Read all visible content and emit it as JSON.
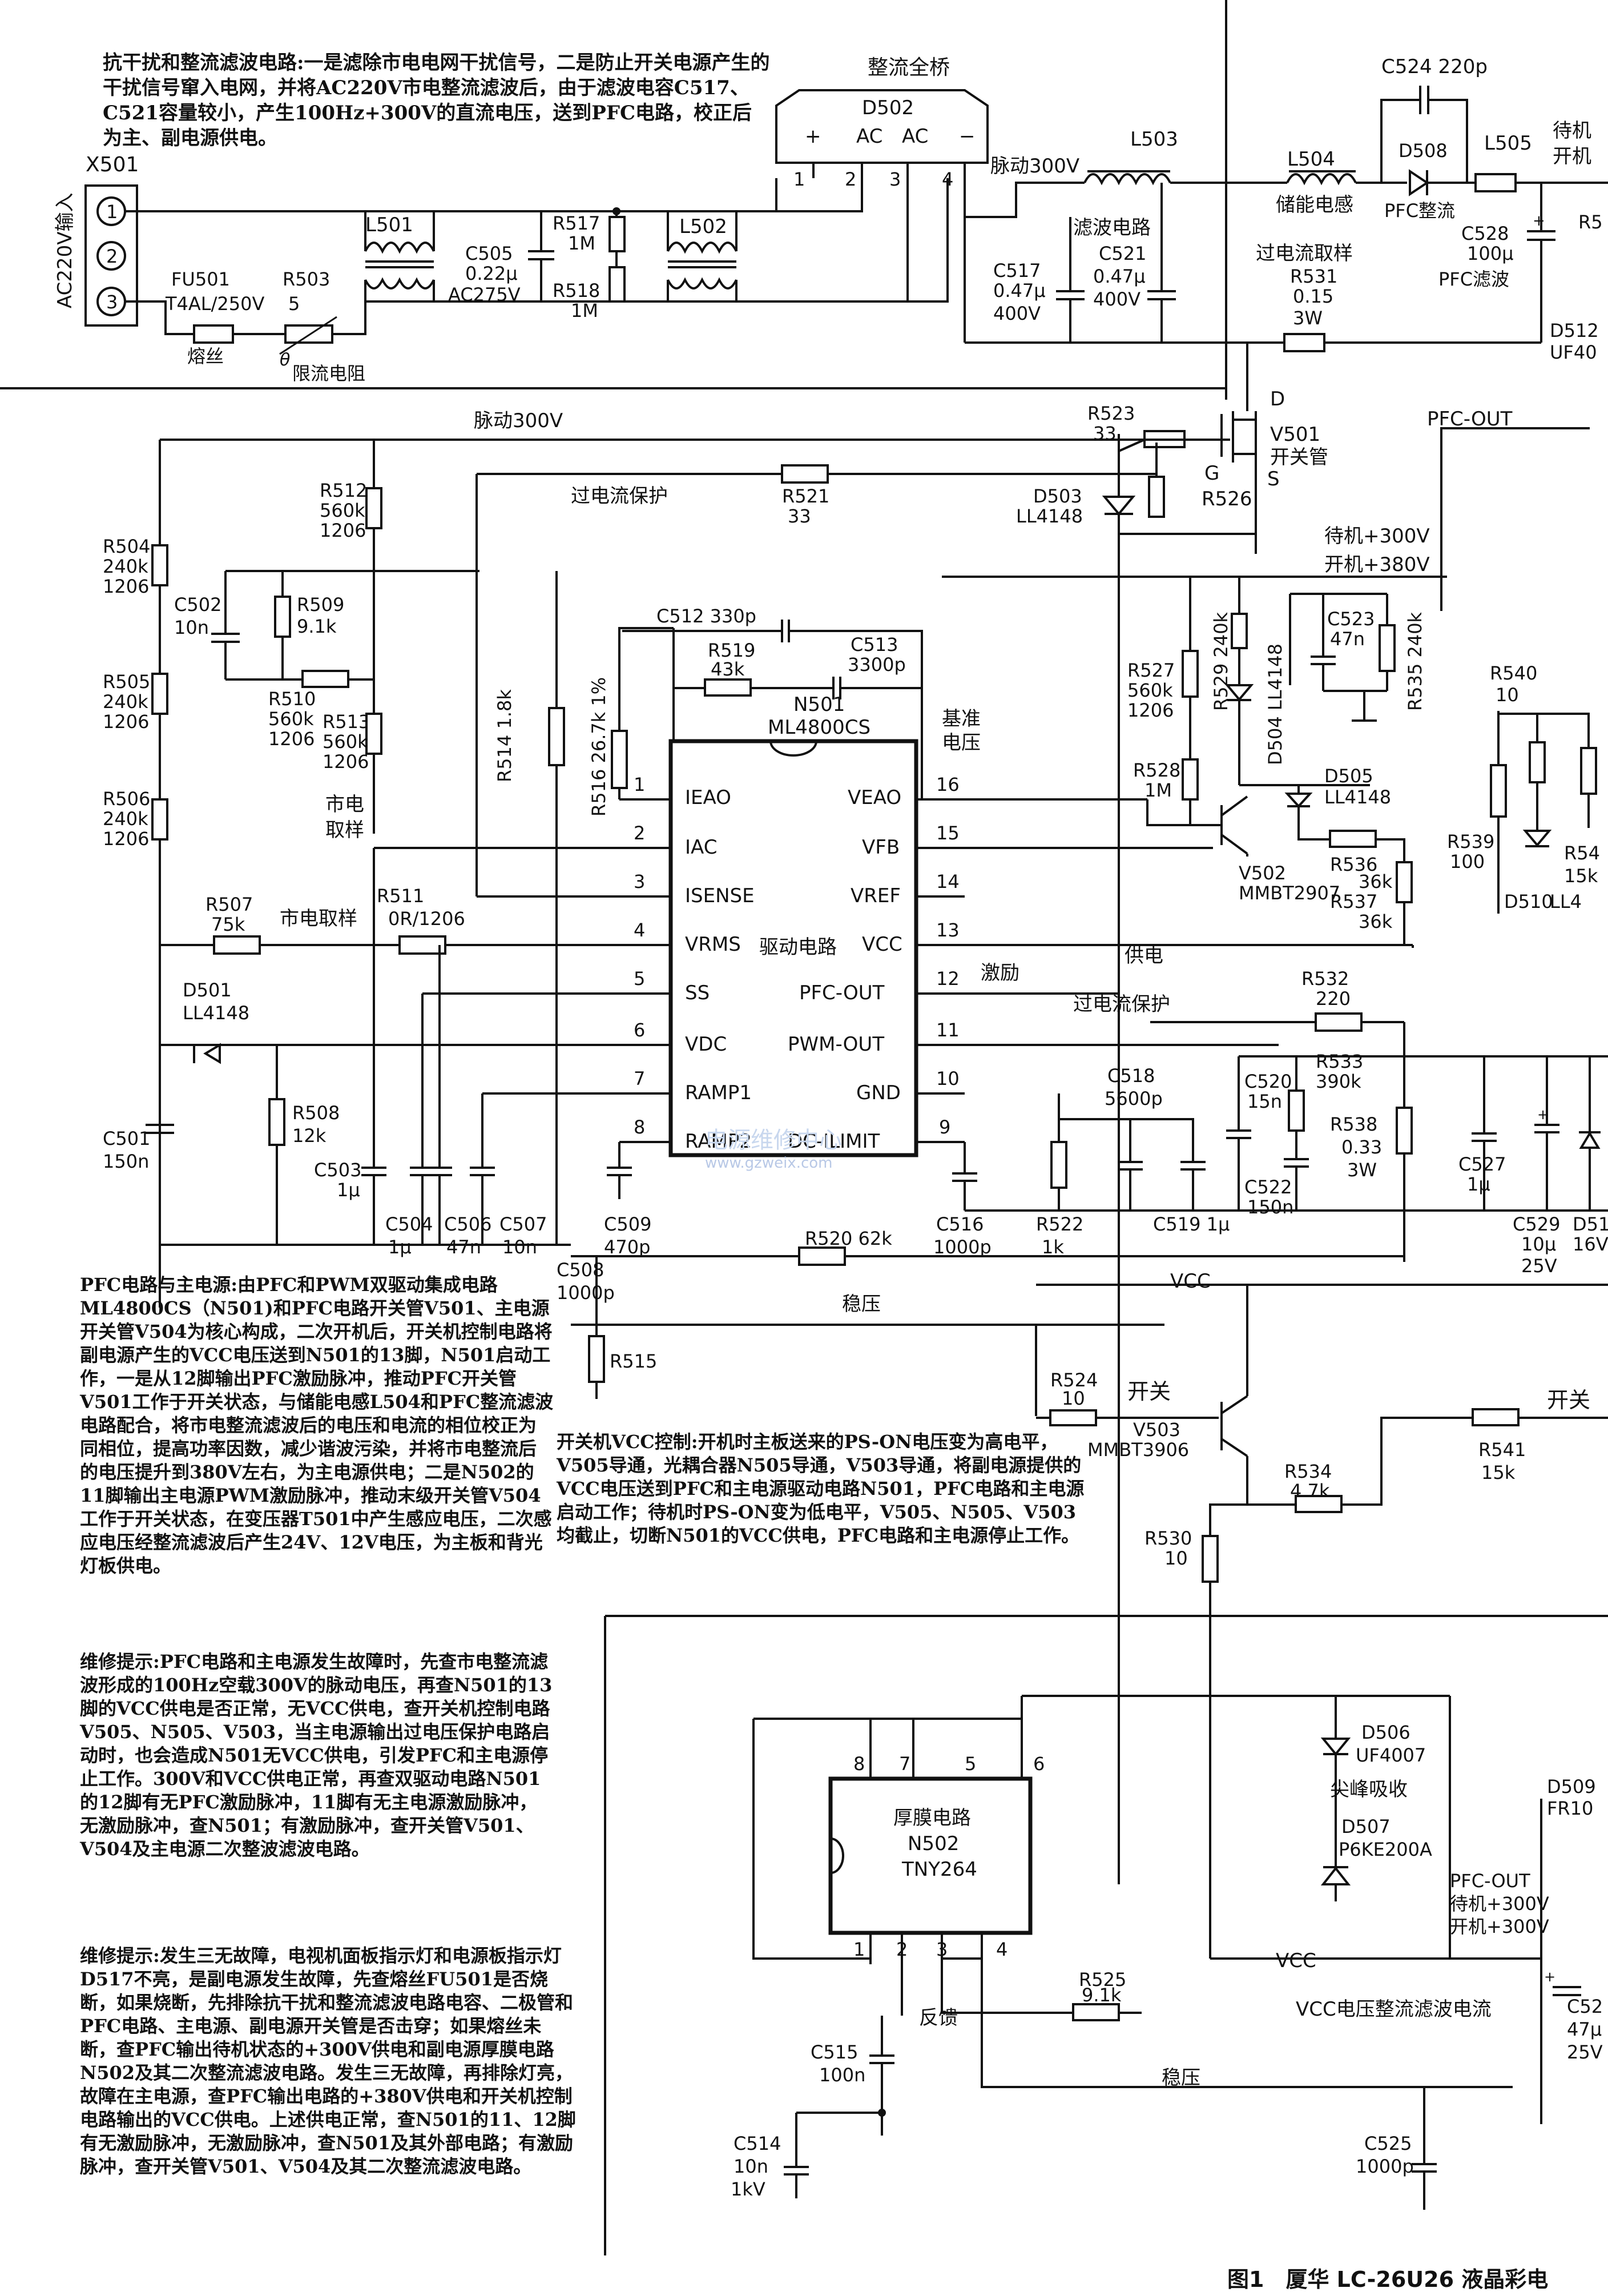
{
  "notes": {
    "top": "抗干扰和整流滤波电路:一是滤除市电电网干扰信号，二是防止开关电源产生的干扰信号窜入电网，并将AC220V市电整流滤波后，由于滤波电容C517、C521容量较小，产生100Hz+300V的直流电压，送到PFC电路，校正后为主、副电源供电。",
    "pfc": "PFC电路与主电源:由PFC和PWM双驱动集成电路ML4800CS（N501)和PFC电路开关管V501、主电源开关管V504为核心构成，二次开机后，开关机控制电路将副电源产生的VCC电压送到N501的13脚，N501启动工作，一是从12脚输出PFC激励脉冲，推动PFC开关管V501工作于开关状态，与储能电感L504和PFC整流滤波电路配合，将市电整流滤波后的电压和电流的相位校正为同相位，提高功率因数，减少谐波污染，并将市电整流后的电压提升到380V左右，为主电源供电；二是N502的11脚输出主电源PWM激励脉冲，推动末级开关管V504工作于开关状态，在变压器T501中产生感应电压，二次感应电压经整流滤波后产生24V、12V电压，为主板和背光灯板供电。",
    "tip1": "维修提示:PFC电路和主电源发生故障时，先查市电整流滤波形成的100Hz空载300V的脉动电压，再查N501的13脚的VCC供电是否正常，无VCC供电，查开关机控制电路V505、N505、V503，当主电源输出过电压保护电路启动时，也会造成N501无VCC供电，引发PFC和主电源停止工作。300V和VCC供电正常，再查双驱动电路N501的12脚有无PFC激励脉冲，11脚有无主电源激励脉冲，无激励脉冲，查N501；有激励脉冲，查开关管V501、V504及主电源二次整波滤波电路。",
    "tip2": "维修提示:发生三无故障，电视机面板指示灯和电源板指示灯D517不亮，是副电源发生故障，先查熔丝FU501是否烧断，如果烧断，先排除抗干扰和整流滤波电路电容、二极管和PFC电路、主电源、副电源开关管是否击穿；如果熔丝未断，查PFC输出待机状态的+300V供电和副电源厚膜电路N502及其二次整流滤波电路。发生三无故障，再排除灯亮，故障在主电源，查PFC输出电路的+380V供电和开关机控制电路输出的VCC供电。上述供电正常，查N501的11、12脚有无激励脉冲，无激励脉冲，查N501及其外部电路；有激励脉冲，查开关管V501、V504及其二次整流滤波电路。",
    "vcc": "开关机VCC控制:开机时主板送来的PS-ON电压变为高电平，V505导通，光耦合器N505导通，V503导通，将副电源提供的VCC电压送到PFC和主电源驱动电路N501，PFC电路和主电源启动工作；待机时PS-ON变为低电平，V505、N505、V503均截止，切断N501的VCC供电，PFC电路和主电源停止工作。"
  },
  "caption": "图1　厦华 LC-26U26 液晶彩电",
  "watermark": {
    "line1": "电源维修中心",
    "line2": "www.gzweix.com"
  },
  "input": {
    "connector": "X501",
    "label": "AC220V输入",
    "pins": [
      "1",
      "2",
      "3"
    ]
  },
  "labels": {
    "bridge_title": "整流全桥",
    "bridge_ref": "D502",
    "bridge_pins": [
      "+",
      "AC",
      "AC",
      "−"
    ],
    "bridge_pin_nums": [
      "1",
      "2",
      "3",
      "4"
    ],
    "pulse300_a": "脉动300V",
    "pulse300_b": "脉动300V",
    "filter": "滤波电路",
    "storage_inductor": "储能电感",
    "pfc_rect": "PFC整流",
    "pfc_filter": "PFC滤波",
    "oc_sample": "过电流取样",
    "oc_prot_a": "过电流保护",
    "oc_prot_b": "过电流保护",
    "pfc_out": "PFC-OUT",
    "standby300": "待机+300V",
    "on380": "开机+380V",
    "mains_sample_a": "市电",
    "mains_sample_b": "取样",
    "mains_sample_c": "市电取样",
    "ref_voltage_a": "基准",
    "ref_voltage_b": "电压",
    "drive": "激励",
    "supply": "供电",
    "regulate_a": "稳压",
    "regulate_b": "稳压",
    "switch_a": "开关",
    "switch_b": "开关",
    "vcc_a": "VCC",
    "vcc_b": "VCC",
    "feedback": "反馈",
    "spike": "尖峰吸收",
    "vcc_rect": "VCC电压整流滤波电流",
    "standby_top": "待机",
    "on_top": "开机",
    "fuse_label": "熔丝",
    "limit_label": "限流电阻",
    "pfc_out_b": "PFC-OUT",
    "standby300_b": "待机+300V",
    "on300_b": "开机+300V"
  },
  "ic_n501": {
    "ref": "N501",
    "part": "ML4800CS",
    "center": "驱动电路",
    "left_pins": [
      {
        "num": "1",
        "name": "IEAO"
      },
      {
        "num": "2",
        "name": "IAC"
      },
      {
        "num": "3",
        "name": "ISENSE"
      },
      {
        "num": "4",
        "name": "VRMS"
      },
      {
        "num": "5",
        "name": "SS"
      },
      {
        "num": "6",
        "name": "VDC"
      },
      {
        "num": "7",
        "name": "RAMP1"
      },
      {
        "num": "8",
        "name": "RAMP2"
      }
    ],
    "right_pins": [
      {
        "num": "16",
        "name": "VEAO"
      },
      {
        "num": "15",
        "name": "VFB"
      },
      {
        "num": "14",
        "name": "VREF"
      },
      {
        "num": "13",
        "name": "VCC"
      },
      {
        "num": "12",
        "name": "PFC-OUT"
      },
      {
        "num": "11",
        "name": "PWM-OUT"
      },
      {
        "num": "10",
        "name": "GND"
      },
      {
        "num": "9",
        "name": "DC-ILIMIT"
      }
    ]
  },
  "ic_n502": {
    "title": "厚膜电路",
    "ref": "N502",
    "part": "TNY264",
    "top_pins": [
      "8",
      "7",
      "5",
      "6"
    ],
    "bottom_pins": [
      "1",
      "2",
      "3",
      "4"
    ]
  },
  "components": {
    "L501": "L501",
    "C505": "C505",
    "C505v": "0.22μ",
    "C505r": "AC275V",
    "R517": "R517",
    "R517v": "1M",
    "R518": "R518",
    "R518v": "1M",
    "L502": "L502",
    "FU501": "FU501",
    "FU501v": "T4AL/250V",
    "R503": "R503",
    "R503v": "5",
    "L503": "L503",
    "C517": "C517",
    "C517v": "0.47μ",
    "C517r": "400V",
    "C521": "C521",
    "C521v": "0.47μ",
    "C521r": "400V",
    "L504": "L504",
    "C524": "C524 220p",
    "D508": "D508",
    "L505": "L505",
    "C528": "C528",
    "C528v": "100μ",
    "R531": "R531",
    "R531v": "0.15",
    "R531p": "3W",
    "D512": "D512",
    "D512v": "UF40",
    "R5x": "R5",
    "V501": "V501",
    "V501d": "开关管",
    "D": "D",
    "G": "G",
    "S": "S",
    "R523": "R523",
    "R523v": "33",
    "D503": "D503",
    "D503v": "LL4148",
    "R526": "R526",
    "R521": "R521",
    "R521v": "33",
    "R512": "R512",
    "R512v": "560k",
    "R512p": "1206",
    "R504": "R504",
    "R504v": "240k",
    "R504p": "1206",
    "C502": "C502",
    "C502v": "10n",
    "R509": "R509",
    "R509v": "9.1k",
    "R505": "R505",
    "R505v": "240k",
    "R505p": "1206",
    "R510": "R510",
    "R510v": "560k",
    "R510p": "1206",
    "R513": "R513",
    "R513v": "560k",
    "R513p": "1206",
    "R506": "R506",
    "R506v": "240k",
    "R506p": "1206",
    "R514": "R514 1.8k",
    "R516": "R516 26.7k 1%",
    "C512": "C512  330p",
    "R519": "R519",
    "R519v": "43k",
    "C513": "C513",
    "C513v": "3300p",
    "R507": "R507",
    "R507v": "75k",
    "R511": "R511",
    "R511v": "0R/1206",
    "D501": "D501",
    "D501v": "LL4148",
    "R508": "R508",
    "R508v": "12k",
    "C501": "C501",
    "C501v": "150n",
    "C503": "C503",
    "C503v": "1μ",
    "C504": "C504",
    "C504v": "1μ",
    "C506": "C506",
    "C506v": "47n",
    "C507": "C507",
    "C507v": "10n",
    "C509": "C509",
    "C509v": "470p",
    "C508": "C508",
    "C508v": "1000p",
    "R515": "R515",
    "R520": "R520 62k",
    "C516": "C516",
    "C516v": "1000p",
    "R522": "R522",
    "R522v": "1k",
    "C519": "C519 1μ",
    "C518": "C518",
    "C518v": "5600p",
    "C520": "C520",
    "C520v": "15n",
    "C522": "C522",
    "C522v": "150n",
    "R533": "R533",
    "R533v": "390k",
    "R538": "R538",
    "R538v": "0.33",
    "R538p": "3W",
    "R532": "R532",
    "R532v": "220",
    "R527": "R527",
    "R527v": "560k",
    "R527p": "1206",
    "R529": "R529  240k",
    "D504": "D504  LL4148",
    "C523": "C523",
    "C523v": "47n",
    "R535": "R535 240k",
    "R528": "R528",
    "R528v": "1M",
    "D505": "D505",
    "D505v": "LL4148",
    "V502": "V502",
    "V502v": "MMBT2907",
    "R536": "R536",
    "R536v": "36k",
    "R537": "R537",
    "R537v": "36k",
    "R540": "R540",
    "R540v": "10",
    "R539": "R539",
    "R539v": "100",
    "D510": "D510",
    "D510v": "LL4",
    "R54x": "R54",
    "R54xv": "15k",
    "C527": "C527",
    "C527v": "1μ",
    "C529": "C529",
    "C529v": "10μ",
    "C529r": "25V",
    "D51x": "D51",
    "D51xv": "16V",
    "R524": "R524",
    "R524v": "10",
    "V503": "V503",
    "V503v": "MMBT3906",
    "R534": "R534",
    "R534v": "4.7k",
    "R541": "R541",
    "R541v": "15k",
    "R530": "R530",
    "R530v": "10",
    "D506": "D506",
    "D506v": "UF4007",
    "D507": "D507",
    "D507v": "P6KE200A",
    "D509": "D509",
    "D509v": "FR10",
    "R525": "R525",
    "R525v": "9.1k",
    "C515": "C515",
    "C515v": "100n",
    "C514": "C514",
    "C514v": "10n",
    "C514r": "1kV",
    "C525": "C525",
    "C525v": "1000p",
    "C52x": "C52",
    "C52xv": "47μ",
    "C52xr": "25V"
  }
}
